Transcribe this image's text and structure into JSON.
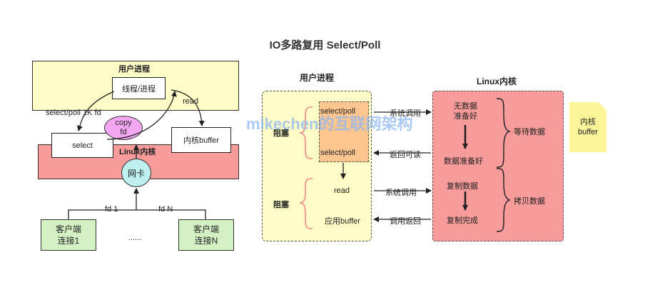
{
  "title": "IO多路复用 Select/Poll",
  "left": {
    "user_process": "用户进程",
    "thread_process": "线程/进程",
    "select_poll_fd": "select/poll 1K fd",
    "read": "read",
    "copy_fd": [
      "copy",
      "fd"
    ],
    "select": "select",
    "kernel_buffer": "内核buffer",
    "linux_kernel": "Linux内核",
    "nic": "网卡",
    "fd1": "fd 1",
    "fdN": "fd N",
    "client1": [
      "客户端",
      "连接1"
    ],
    "dots": "......",
    "clientN": [
      "客户端",
      "连接N"
    ]
  },
  "right": {
    "user_process": "用户进程",
    "linux_kernel": "Linux内核",
    "select_poll_top": "select/poll",
    "select_poll_bottom": "select/poll",
    "block1": "阻塞",
    "block2": "阻塞",
    "read": "read",
    "app_buffer": "应用buffer",
    "syscall1": "系统调用",
    "return_readable": "返回可读",
    "syscall2": "系统调用",
    "call_return": "调用返回",
    "no_data": [
      "无数据",
      "准备好"
    ],
    "data_ready": "数据准备好",
    "copy_data": "复制数据",
    "copy_done": "复制完成",
    "wait_data": "等待数据",
    "copy_data_phase": "拷贝数据",
    "note": [
      "内核",
      "buffer"
    ]
  },
  "watermark": "mikechen的互联网架构",
  "colors": {
    "user_bg": "#fdfbc6",
    "kernel_bg": "#f79b9b",
    "select_bg": "#fbc58f",
    "client_bg": "#d4f1c4",
    "copy_bubble": "#f4a7f1",
    "nic_bubble": "#bff0f0",
    "brace": "#f08a8a",
    "note_bg": "#fdf59a"
  }
}
